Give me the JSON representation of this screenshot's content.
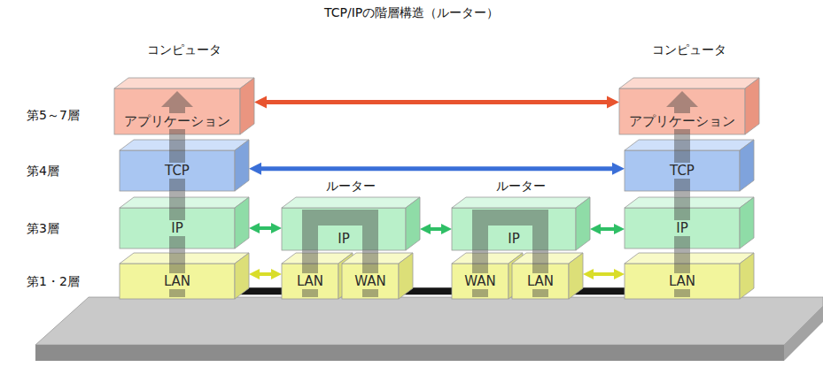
{
  "diagram": {
    "title": "TCP/IPの階層構造（ルーター）",
    "nodes": [
      {
        "text": [
          "アプリケーション"
        ]
      },
      {
        "text": [
          "TCP"
        ]
      },
      {
        "text": [
          "IP"
        ]
      },
      {
        "text": [
          "LAN"
        ]
      },
      {
        "text": [
          "IP"
        ]
      },
      {
        "text": [
          "LAN"
        ]
      },
      {
        "text": [
          "WAN"
        ]
      },
      {
        "text": [
          "IP"
        ]
      },
      {
        "text": [
          "WAN"
        ]
      },
      {
        "text": [
          "LAN"
        ]
      },
      {
        "text": [
          "アプリケーション"
        ]
      },
      {
        "text": [
          "TCP"
        ]
      },
      {
        "text": [
          "IP"
        ]
      },
      {
        "text": [
          "LAN"
        ]
      }
    ],
    "edges": [
      {
        "from": 0,
        "to": 10,
        "arrow": "both"
      },
      {
        "from": 1,
        "to": 11,
        "arrow": "both"
      },
      {
        "from": 2,
        "to": 4,
        "arrow": "both"
      },
      {
        "from": 4,
        "to": 7,
        "arrow": "both"
      },
      {
        "from": 7,
        "to": 12,
        "arrow": "both"
      },
      {
        "from": 3,
        "to": 5,
        "arrow": "none"
      },
      {
        "from": 6,
        "to": 8,
        "arrow": "none"
      },
      {
        "from": 9,
        "to": 13,
        "arrow": "none"
      },
      {
        "from": 3,
        "to": 5,
        "arrow": "both"
      },
      {
        "from": 9,
        "to": 13,
        "arrow": "both"
      }
    ],
    "labels": [
      "コンピュータ",
      "コンピュータ",
      "第5～7層",
      "第4層",
      "第3層",
      "第1・2層",
      "ルーター",
      "ルーター"
    ]
  }
}
